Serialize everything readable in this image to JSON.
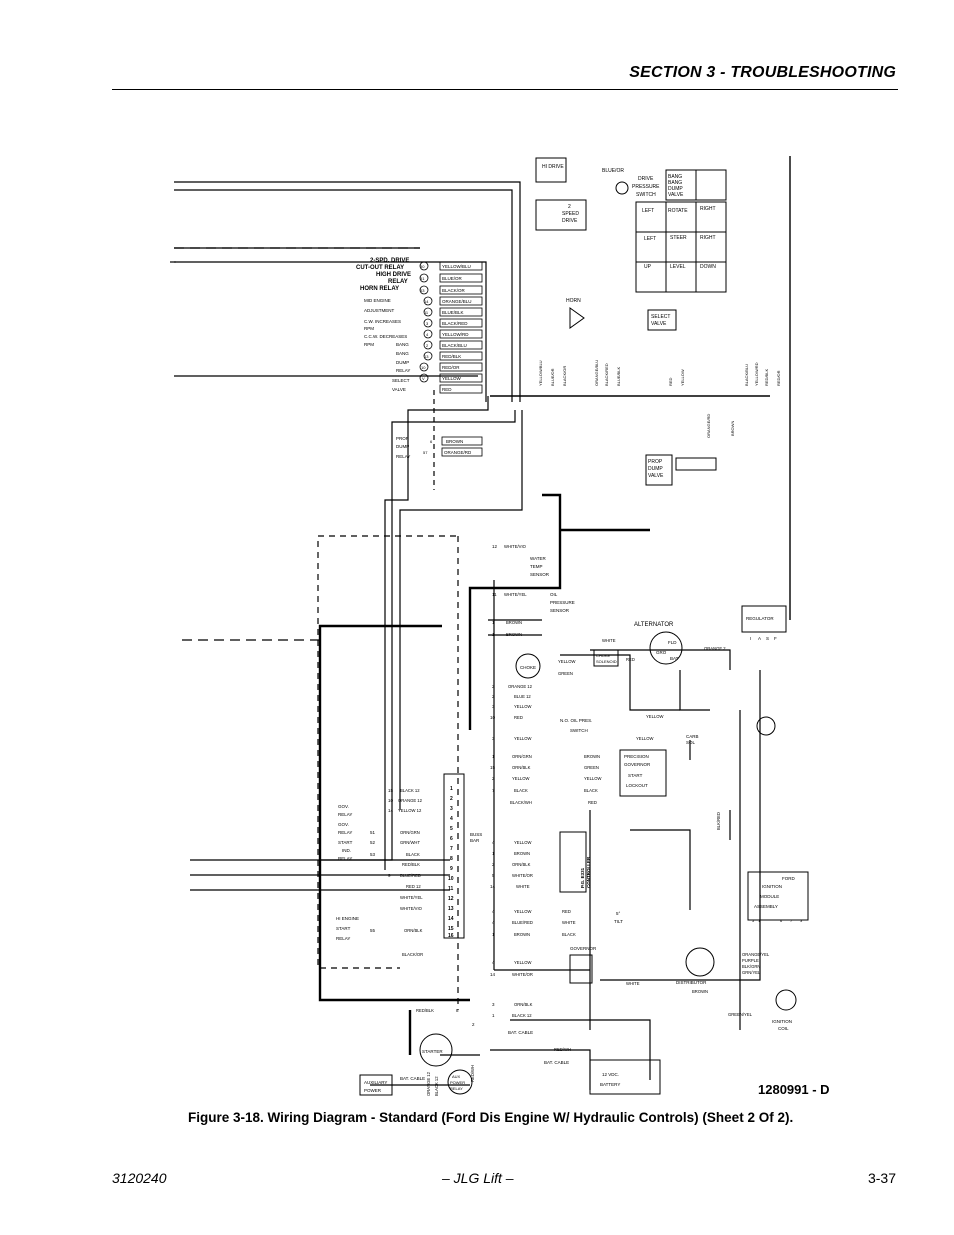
{
  "header": {
    "section_title": "SECTION 3 - TROUBLESHOOTING"
  },
  "diagram": {
    "drawing_number": "1280991 - D",
    "top_components": {
      "hi_drive": "HI DRIVE",
      "blue_or": "BLUE/OR",
      "drive_pressure_switch": [
        "DRIVE",
        "PRESSURE",
        "SWITCH"
      ],
      "bang_bang_dump_valve": [
        "BANG",
        "BANG",
        "DUMP",
        "VALVE"
      ],
      "two_speed_drive": [
        "2",
        "SPEED",
        "DRIVE"
      ],
      "left": "LEFT",
      "rotate": "ROTATE",
      "right": "RIGHT",
      "steer": "STEER",
      "up": "UP",
      "level": "LEVEL",
      "down": "DOWN",
      "horn": "HORN",
      "select_valve": [
        "SELECT",
        "VALVE"
      ],
      "prop_dump_valve": [
        "PROP",
        "DUMP",
        "VALVE"
      ]
    },
    "relay_labels": [
      "2-SPD. DRIVE",
      "CUT-OUT RELAY",
      "HIGH DRIVE",
      "RELAY",
      "HORN RELAY"
    ],
    "left_labels": [
      "MID ENGINE",
      "ADJUSTMENT",
      "C.W. INCREASES",
      "RPM",
      "C.C.W. DECREASES",
      "RPM",
      "BANG",
      "BANG",
      "DUMP",
      "RELAY",
      "SELECT",
      "VALVE"
    ],
    "upper_harness_wires": [
      "YELLOW/BLU",
      "BLUE/OR",
      "BLACK/OR",
      "ORANGE/BLU",
      "BLUE/BLK",
      "BLACK/RED",
      "YELLOW/RD",
      "BLACK/BLU",
      "RED/BLK",
      "RED/OR",
      "YELLOW",
      "RED"
    ],
    "upper_connector_pins": [
      "50",
      "51",
      "53",
      "14",
      "11",
      "3",
      "4",
      "2",
      "13",
      "10",
      "V"
    ],
    "prop_dump_relay": [
      "PROP",
      "DUMP",
      "RELAY"
    ],
    "prop_dump_wires": [
      "BROWN",
      "ORANGE/RD"
    ],
    "prop_dump_pins": [
      "6",
      "57"
    ],
    "vertical_wires": [
      "YELLOW/BLU",
      "BLUE/OR",
      "BLACK/OR",
      "ORANGE/BLU",
      "BLACK/RED",
      "BLUE/BLK",
      "RED",
      "YELLOW",
      "BLACK/BLU",
      "YELLOW/RD",
      "RED/BLK",
      "RED/OR",
      "ORANGE/RD",
      "BROWN"
    ],
    "engine": {
      "water_temp_sensor": [
        "WATER",
        "TEMP",
        "SENSOR"
      ],
      "oil_pressure_sensor": [
        "OIL",
        "PRESSURE",
        "SENSOR"
      ],
      "alternator": "ALTERNATOR",
      "regulator": "REGULATOR",
      "regulator_terminals": [
        "I",
        "A",
        "S",
        "F"
      ],
      "fld": "FLD",
      "bat": "BAT",
      "gro": "GRO",
      "choke": "CHOKE",
      "choke_sol": [
        "CHOKE",
        "SOLENOID"
      ],
      "no_oil_pres_switch": [
        "N.O. OIL PRES.",
        "SWITCH"
      ],
      "carb_sol": [
        "CARB",
        "SOL"
      ],
      "precision_governor": [
        "PRECISION",
        "GOVERNOR",
        "START",
        "LOCKOUT"
      ],
      "pg_controller": [
        "P.G. E331",
        "CONTROLLER"
      ],
      "tilt": [
        "5°",
        "TILT"
      ],
      "governor": "GOVERNOR",
      "ford_ignition": [
        "FORD",
        "IGNITION",
        "MODULE",
        "ASSEMBLY"
      ],
      "distributor": "DISTRIBUTOR",
      "ignition_coil": [
        "IGNITION",
        "COIL"
      ],
      "starter": "STARTER",
      "aux_power_relay": [
        "AUX",
        "POWER",
        "RELAY"
      ],
      "auxiliary_power": [
        "AUXILIARY",
        "POWER"
      ],
      "battery": [
        "12 VDC.",
        "BATTERY"
      ],
      "bat_cable": "BAT. CABLE"
    },
    "engine_wires": [
      "WHITE/VIO",
      "WHITE/YEL",
      "BROWN",
      "BROWN",
      "WHITE",
      "YELLOW",
      "GREEN",
      "RED",
      "ORANGE 2",
      "ORANGE 12",
      "BLUE 12",
      "YELLOW",
      "RED",
      "YELLOW",
      "YELLOW",
      "YELLOW",
      "ORN/GRN",
      "ORN/BLK",
      "YELLOW",
      "BLACK",
      "BLACK/WH",
      "BROWN",
      "GREEN",
      "YELLOW",
      "BLACK",
      "RED",
      "YELLOW",
      "BROWN",
      "ORN/BLK",
      "WHITE/OR",
      "WHITE",
      "YELLOW",
      "BLUE/RED",
      "BROWN",
      "RED",
      "WHITE",
      "BLACK",
      "YELLOW",
      "WHITE/OR",
      "WHITE",
      "BROWN",
      "ORN/BLK",
      "BLACK 12",
      "RED/BLK",
      "RED/WH",
      "BLK/RED",
      "ORANGE/YEL",
      "PURPLE",
      "BLK/GRN",
      "GRN/YEL",
      "GREEN/YEL",
      "BLACK/OR",
      "RED/WH",
      "ORANGE 12",
      "BLACK 12"
    ],
    "engine_pins": [
      "12",
      "11",
      "1",
      "1",
      "2",
      "2",
      "3",
      "10",
      "3",
      "1",
      "15",
      "2",
      "7",
      "4",
      "1",
      "2",
      "5",
      "14",
      "4",
      "4",
      "1",
      "4",
      "14",
      "3",
      "1",
      "8",
      "2"
    ],
    "bus_bar_labels": {
      "gov_relay": [
        "GOV.",
        "RELAY"
      ],
      "gov_relay_2": [
        "GOV.",
        "RELAY"
      ],
      "start_ind_relay": [
        "START",
        "IND.",
        "RELAY"
      ],
      "hi_engine_start_relay": [
        "HI ENGINE",
        "START",
        "RELAY"
      ],
      "buss_bar": [
        "BUSS",
        "BAR"
      ]
    },
    "bus_bar_wires": [
      "BLACK 12",
      "ORANGE 12",
      "YELLOW 12",
      "ORN/GRN",
      "GRN/WHT",
      "BLACK",
      "RED/BLK",
      "BLUE/RED",
      "RED 12",
      "WHITE/YEL",
      "WHITE/VIO",
      "ORN/BLK",
      "BLACK/OR"
    ],
    "bus_bar_pins": [
      "15",
      "10",
      "14",
      "51",
      "52",
      "53",
      "9",
      "55"
    ],
    "bus_bar_terminals": [
      "1",
      "2",
      "3",
      "4",
      "5",
      "6",
      "7",
      "8",
      "9",
      "10",
      "11",
      "12",
      "13",
      "14",
      "15",
      "16"
    ],
    "ignition_terminals": [
      "5",
      "1",
      "6",
      "7",
      "3"
    ]
  },
  "caption": "Figure 3-18.  Wiring Diagram - Standard (Ford Dis Engine W/ Hydraulic Controls) (Sheet 2 Of 2).",
  "footer": {
    "doc_number": "3120240",
    "brand": "– JLG Lift –",
    "page": "3-37"
  }
}
